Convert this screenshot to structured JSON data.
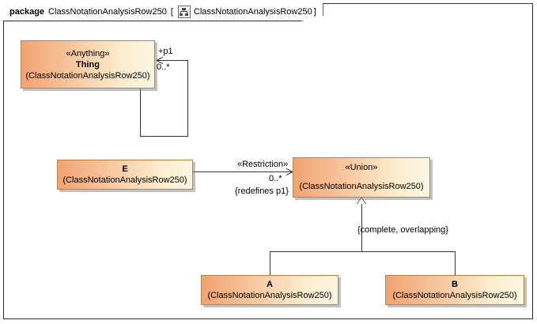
{
  "frame": {
    "keyword": "package",
    "package_name": "ClassNotationAnalysisRow250",
    "bracket_open": "[",
    "diagram_icon": "class-diagram-icon",
    "diagram_name": "ClassNotationAnalysisRow250",
    "bracket_close": "]"
  },
  "colors": {
    "class_fill_start": "#f2a373",
    "class_fill_end": "#fdf6e3",
    "class_border": "#c08040",
    "line": "#333333",
    "frame_border": "#2b2b2b"
  },
  "classes": [
    {
      "id": "thing",
      "stereotype": "«Anything»",
      "name": "Thing",
      "qualifier": "(ClassNotationAnalysisRow250)"
    },
    {
      "id": "e",
      "stereotype": "",
      "name": "E",
      "qualifier": "(ClassNotationAnalysisRow250)"
    },
    {
      "id": "union",
      "stereotype": "«Union»",
      "name": "",
      "qualifier": "(ClassNotationAnalysisRow250)"
    },
    {
      "id": "a",
      "stereotype": "",
      "name": "A",
      "qualifier": "(ClassNotationAnalysisRow250)"
    },
    {
      "id": "b",
      "stereotype": "",
      "name": "B",
      "qualifier": "(ClassNotationAnalysisRow250)"
    }
  ],
  "associations": {
    "self_loop": {
      "role": "+p1",
      "multiplicity": "0..*"
    },
    "e_to_union": {
      "stereotype": "«Restriction»",
      "multiplicity": "0..*",
      "constraint": "{redefines p1}"
    }
  },
  "generalization": {
    "constraint": "{complete, overlapping}"
  }
}
